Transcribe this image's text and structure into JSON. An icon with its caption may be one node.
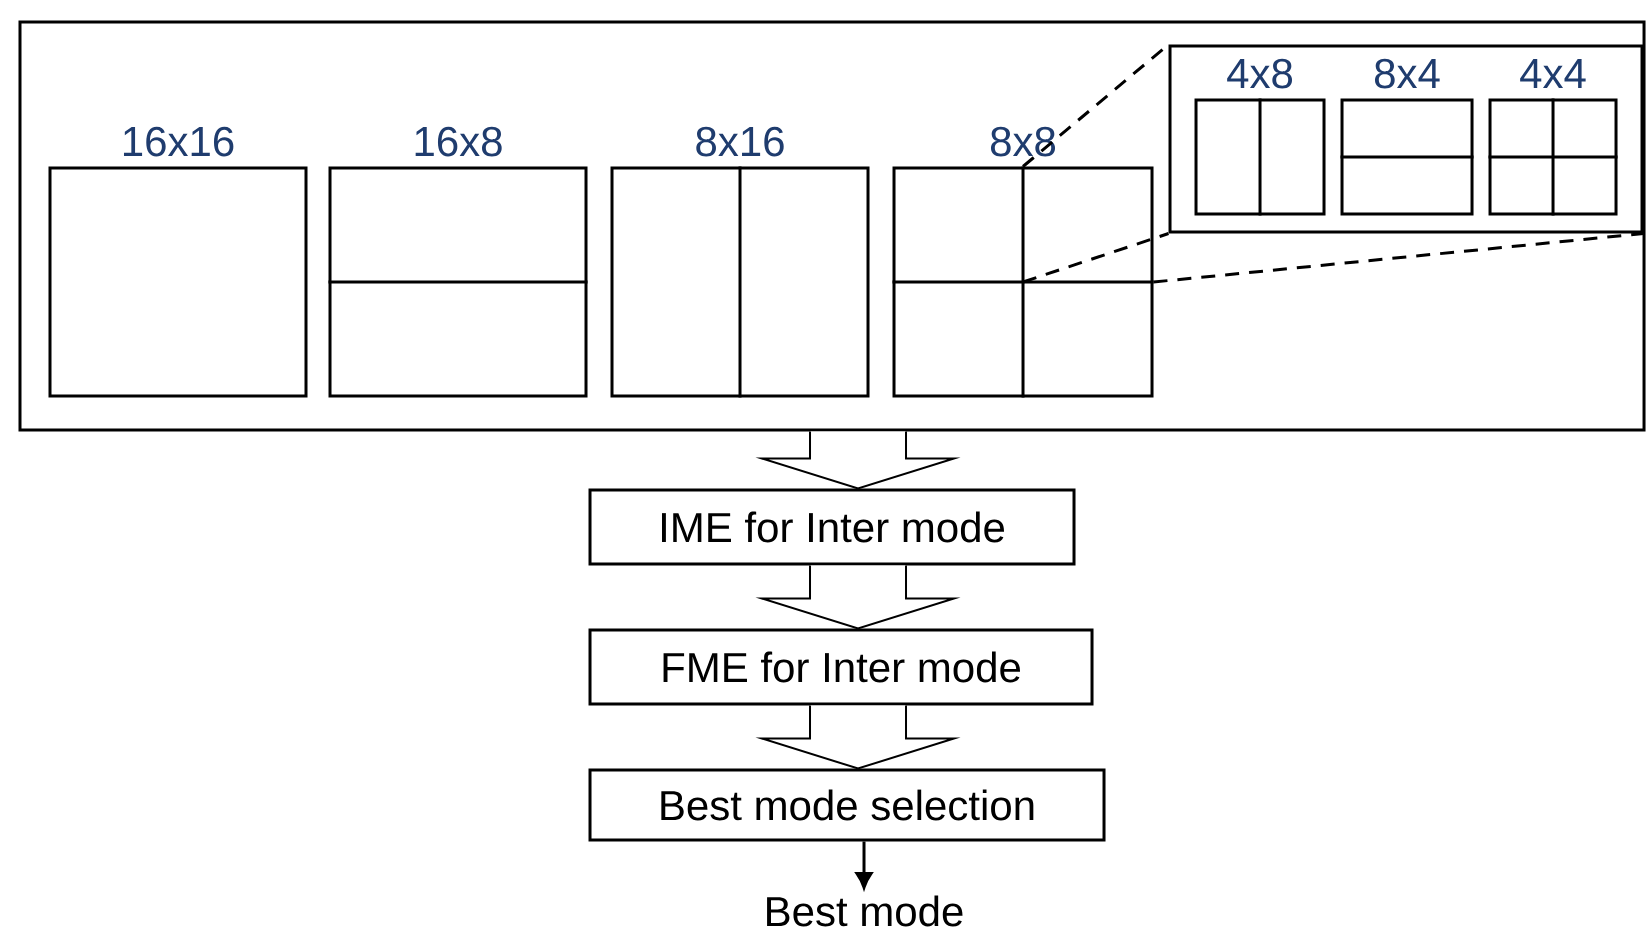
{
  "diagram": {
    "nodes": [
      {
        "text": [],
        "shape": "box"
      },
      {
        "text": [
          "16x16"
        ],
        "in": 0
      },
      {
        "text": [
          "16x8"
        ],
        "in": 0
      },
      {
        "text": [
          "8x16"
        ],
        "in": 0
      },
      {
        "text": [
          "8x8"
        ],
        "in": 0
      },
      {
        "text": [],
        "shape": "box",
        "in": 0
      },
      {
        "text": [
          "4x8"
        ],
        "in": 5
      },
      {
        "text": [
          "8x4"
        ],
        "in": 5
      },
      {
        "text": [
          "4x4"
        ],
        "in": 5
      },
      {
        "text": [
          "IME for Inter mode"
        ]
      },
      {
        "text": [
          "FME for Inter mode"
        ]
      },
      {
        "text": [
          "Best mode selection"
        ]
      },
      {
        "text": [
          "Best mode"
        ]
      }
    ],
    "edges": [
      {
        "from": 4,
        "to": 5,
        "arrow": "none",
        "style": "dashed"
      },
      {
        "from": 4,
        "to": 5,
        "arrow": "none",
        "style": "dashed"
      },
      {
        "from": 4,
        "to": 5,
        "arrow": "none",
        "style": "dashed"
      },
      {
        "from": 0,
        "to": 9,
        "arrow": "to",
        "style": "thick"
      },
      {
        "from": 9,
        "to": 10,
        "arrow": "to",
        "style": "thick"
      },
      {
        "from": 10,
        "to": 11,
        "arrow": "to",
        "style": "thick"
      },
      {
        "from": 11,
        "to": 12,
        "arrow": "to"
      }
    ]
  }
}
